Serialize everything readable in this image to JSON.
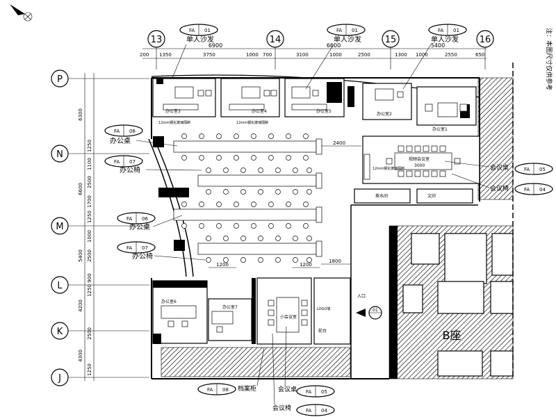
{
  "note": "注：本图尺寸仅供参考",
  "grid": {
    "columns": [
      "13",
      "14",
      "15",
      "16"
    ],
    "rows": [
      "P",
      "N",
      "M",
      "L",
      "K",
      "J"
    ],
    "top_spans": [
      "6900",
      "6600",
      "5400"
    ],
    "top_dims": [
      "200",
      "1350",
      "3750",
      "1000",
      "700",
      "3100",
      "1000",
      "2500",
      "1300",
      "1000",
      "2550",
      "650"
    ],
    "left_dims": [
      "6300",
      "1250",
      "1100",
      "2500",
      "6600",
      "1700",
      "1250",
      "1000",
      "2500",
      "5400",
      "900",
      "1250",
      "4200",
      "2500",
      "4300",
      "1250"
    ]
  },
  "tags": [
    {
      "code": "FA",
      "num": "01",
      "label": "单人沙发"
    },
    {
      "code": "FA",
      "num": "01",
      "label": "单人沙发"
    },
    {
      "code": "FA",
      "num": "01",
      "label": "单人沙发"
    },
    {
      "code": "FA",
      "num": "06",
      "label": "办公桌"
    },
    {
      "code": "FA",
      "num": "07",
      "label": "办公椅"
    },
    {
      "code": "FA",
      "num": "06",
      "label": "办公桌"
    },
    {
      "code": "FA",
      "num": "07",
      "label": "办公椅"
    },
    {
      "code": "FA",
      "num": "05",
      "label": "会议桌"
    },
    {
      "code": "FA",
      "num": "04",
      "label": "会议椅"
    },
    {
      "code": "FA",
      "num": "08",
      "label": "档案柜"
    },
    {
      "code": "FA",
      "num": "05",
      "label": "会议桌"
    },
    {
      "code": "FA",
      "num": "04",
      "label": "会议椅"
    }
  ],
  "rooms": {
    "office3": "办公室3",
    "office4": "办公室4",
    "office5": "办公室5",
    "office2": "办公室2",
    "office1": "办公室1",
    "office6": "办公室6",
    "office7": "办公室7",
    "meeting_small": "小会议室",
    "meeting_big": "视频会议室",
    "tea": "茶水间",
    "reception": "前台",
    "printing": "文印",
    "b_block": "B座"
  },
  "annotations": {
    "glass1": "12mm钢化玻璃隔断",
    "glass2": "12mm钢化玻璃隔断",
    "glass3": "12mm钢化玻璃隔断",
    "dim_2400": "2400",
    "dim_3000": "3000",
    "dim_1200a": "1200",
    "dim_1200b": "1200",
    "dim_1800": "1800",
    "logo_wall": "LOGO墙",
    "entry": "入口",
    "entry_sign": "01"
  }
}
